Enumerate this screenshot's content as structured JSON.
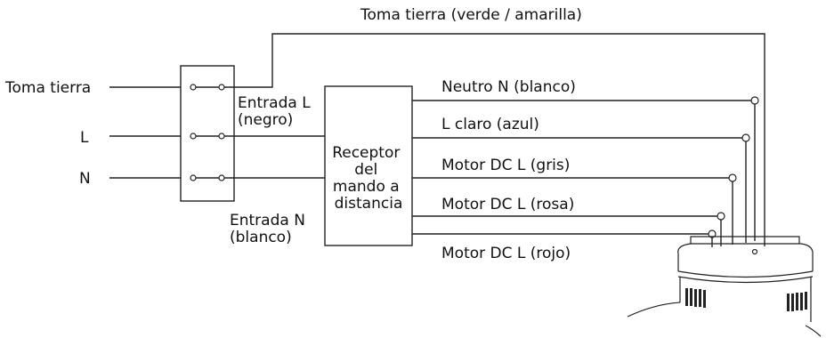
{
  "diagram": {
    "ground_top_label": "Toma tierra (verde / amarilla)",
    "inputs": {
      "ground": "Toma tierra",
      "line": "L",
      "neutral": "N"
    },
    "entrada_l": [
      "Entrada L",
      "(negro)"
    ],
    "entrada_n": [
      "Entrada N",
      "(blanco)"
    ],
    "receiver": [
      "Receptor",
      "del",
      "mando a",
      "distancia"
    ],
    "outputs": [
      "Neutro N (blanco)",
      "L claro (azul)",
      "Motor DC L (gris)",
      "Motor DC L (rosa)",
      "Motor DC L (rojo)"
    ]
  }
}
